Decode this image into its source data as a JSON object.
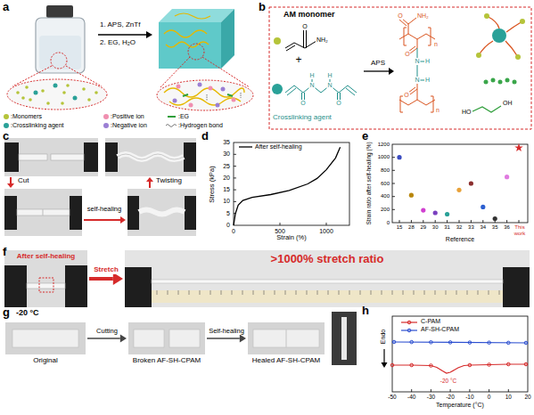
{
  "diagram": {
    "nodes": [
      {
        "text": [
          "After self-healing"
        ]
      },
      {
        "text": [
          ">1000% stretch ratio"
        ]
      },
      {
        "text": [
          "Original"
        ]
      },
      {
        "text": [
          "Broken AF-SH-CPAM"
        ]
      },
      {
        "text": [
          "Healed AF-SH-CPAM"
        ]
      }
    ],
    "edges": [
      {
        "from": 0,
        "to": 1,
        "arrow": "to",
        "label": "Stretch"
      },
      {
        "from": 2,
        "to": 3,
        "arrow": "to",
        "label": "Cutting"
      },
      {
        "from": 3,
        "to": 4,
        "arrow": "to",
        "label": "Self-healing"
      }
    ],
    "labels": [
      "a",
      "1. APS, ZnTf",
      "2. EG, H₂O",
      "b",
      "AM monomer",
      "+",
      "Crosslinking agent",
      "APS",
      "O",
      "NH₂",
      "O",
      "N",
      "H",
      "N",
      "H",
      "O",
      "O",
      "NH₂",
      "O",
      "N",
      "H",
      "N",
      "H",
      "O",
      "n",
      "n",
      "HO",
      "OH",
      "c",
      "Cut",
      "self-healing",
      "Twisting",
      "d",
      "Stress (kPa)",
      "Strain (%)",
      "0",
      "5",
      "10",
      "15",
      "20",
      "25",
      "30",
      "35",
      "0",
      "500",
      "1000",
      "e",
      "Strain ratio after self-healing (%)",
      "Reference",
      "0",
      "200",
      "400",
      "600",
      "800",
      "1000",
      "1200",
      "15",
      "28",
      "29",
      "30",
      "31",
      "32",
      "33",
      "34",
      "35",
      "36",
      "This work",
      "f",
      "g",
      "-20 °C",
      "h",
      "Endo",
      "Temperature (°C)",
      "-50",
      "-40",
      "-30",
      "-20",
      "-10",
      "0",
      "10",
      "20",
      "-20 °C"
    ],
    "legend": [
      {
        "text": ":Monomers",
        "color": "#b5c43a"
      },
      {
        "text": ":Crosslinking agent",
        "color": "#2aa198"
      },
      {
        "text": ":Positive ion",
        "color": "#f08fb0"
      },
      {
        "text": ":EG"
      },
      {
        "text": ":Negative ion",
        "color": "#9b7fd4"
      },
      {
        "text": ":Hydrogen bond"
      },
      {
        "text": "After self-healing"
      },
      {
        "text": "C-PAM"
      },
      {
        "text": "AF-SH-CPAM"
      }
    ]
  }
}
